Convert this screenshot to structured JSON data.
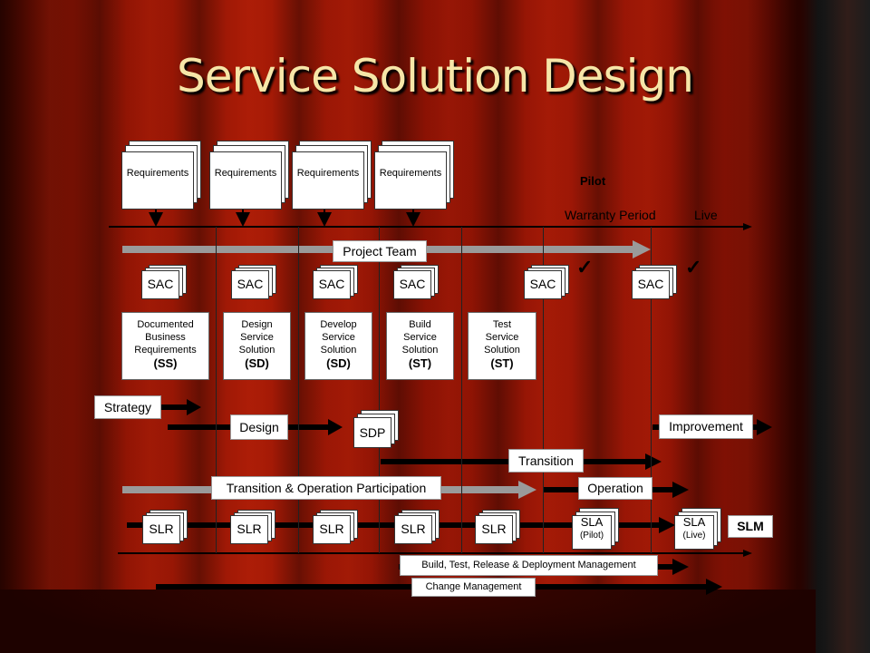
{
  "title": "Service Solution Design",
  "requirements_label": "Requirements",
  "pilot": "Pilot",
  "warranty_period": "Warranty Period",
  "live": "Live",
  "project_team": "Project Team",
  "sac_label": "SAC",
  "stages": [
    {
      "lines": [
        "Documented",
        "Business",
        "Requirements"
      ],
      "tag": "(SS)"
    },
    {
      "lines": [
        "Design",
        "Service",
        "Solution"
      ],
      "tag": "(SD)"
    },
    {
      "lines": [
        "Develop",
        "Service",
        "Solution"
      ],
      "tag": "(SD)"
    },
    {
      "lines": [
        "Build",
        "Service",
        "Solution"
      ],
      "tag": "(ST)"
    },
    {
      "lines": [
        "Test",
        "Service",
        "Solution"
      ],
      "tag": "(ST)"
    }
  ],
  "strategy": "Strategy",
  "design": "Design",
  "sdp": "SDP",
  "improvement": "Improvement",
  "transition": "Transition",
  "transition_operation_participation": "Transition & Operation Participation",
  "operation": "Operation",
  "slr_label": "SLR",
  "sla_label": "SLA",
  "sla_pilot": "(Pilot)",
  "sla_live": "(Live)",
  "slm": "SLM",
  "build_test_release": "Build, Test, Release & Deployment Management",
  "change_management": "Change Management"
}
